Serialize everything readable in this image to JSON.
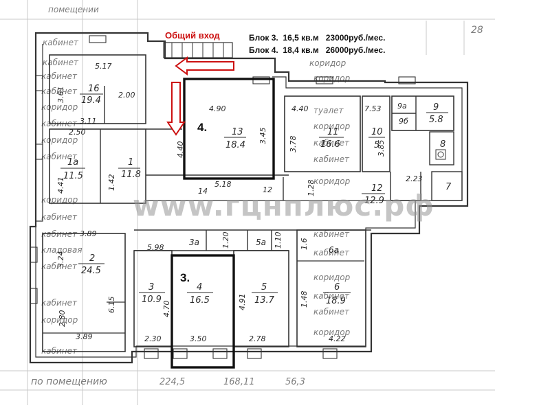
{
  "header": {
    "entrance": "Общий вход",
    "block3": "Блок 3.  16,5 кв.м   23000руб./мес.",
    "block4": "Блок 4.  18,4 кв.м   26000руб./мес."
  },
  "block_labels": {
    "b4": "4.",
    "b3": "3."
  },
  "watermark": "www.гцнплюс.рф",
  "colors": {
    "accent": "#cc1010",
    "highlight": "#111111",
    "line": "#3a3a3a"
  },
  "rooms": [
    {
      "id": "r16",
      "num": "16",
      "area": "19.4"
    },
    {
      "id": "r13",
      "num": "13",
      "area": "18.4"
    },
    {
      "id": "r11",
      "num": "11",
      "area": "16.6"
    },
    {
      "id": "r10",
      "num": "10",
      "area": "5"
    },
    {
      "id": "r9",
      "num": "9",
      "area": "5.8"
    },
    {
      "id": "r9a",
      "num": "9а",
      "area": "9б"
    },
    {
      "id": "r8",
      "num": "8",
      "area": ""
    },
    {
      "id": "r7",
      "num": "7",
      "area": ""
    },
    {
      "id": "r1a",
      "num": "1а",
      "area": "11.5"
    },
    {
      "id": "r1",
      "num": "1",
      "area": "11.8"
    },
    {
      "id": "r12",
      "num": "12",
      "area": "12.9"
    },
    {
      "id": "r2",
      "num": "2",
      "area": "24.5"
    },
    {
      "id": "r3",
      "num": "3",
      "area": "10.9"
    },
    {
      "id": "r4",
      "num": "4",
      "area": "16.5"
    },
    {
      "id": "r5",
      "num": "5",
      "area": "13.7"
    },
    {
      "id": "r6",
      "num": "6",
      "area": "18.9"
    },
    {
      "id": "r6a",
      "num": "6а",
      "area": ""
    },
    {
      "id": "r5a",
      "num": "5а",
      "area": ""
    },
    {
      "id": "r3a",
      "num": "3а",
      "area": ""
    }
  ],
  "dims": {
    "d517": "5.17",
    "d311": "3.11",
    "d200": "2.00",
    "d361": "3.61",
    "d490": "4.90",
    "d345": "3.45",
    "d440": "4.40",
    "d518": "5.18",
    "d14": "14",
    "d12": "12",
    "d440b": "4.40",
    "d753": "7.53",
    "d378": "3.78",
    "d385": "3.85",
    "d250": "2.50",
    "d441": "4.41",
    "d142": "1.42",
    "d128": "1.28",
    "d223": "2.23",
    "d389": "3.89",
    "d324": "3.24",
    "d598": "5.98",
    "d120": "1.20",
    "d110": "1.10",
    "d16": "1.6",
    "d615": "6.15",
    "d470": "4.70",
    "d491": "4.91",
    "d148": "1.48",
    "d280": "2.80",
    "d389b": "3.89",
    "d230": "2.30",
    "d350": "3.50",
    "d278": "2.78",
    "d422": "4.22"
  },
  "table_text": {
    "t_top": "помещении",
    "t_num": "28",
    "t_bottom": "по помещению",
    "t_v1": "224,5",
    "t_v2": "168,11",
    "t_v3": "56,3"
  },
  "background_words": [
    "кабинет",
    "кабинет",
    "кабинет",
    "кабинет",
    "коридор",
    "кабинет",
    "коридор",
    "кабинет",
    "коридор",
    "кабинет",
    "кабинет",
    "кладовая",
    "кабинет",
    "коридор",
    "кабинет",
    "коридор",
    "коридор",
    "туалет",
    "коридор",
    "кабинет",
    "кабинет",
    "коридор",
    "кабинет",
    "кабинет",
    "коридор",
    "кабинет",
    "кабинет",
    "кабинет",
    "коридор"
  ]
}
